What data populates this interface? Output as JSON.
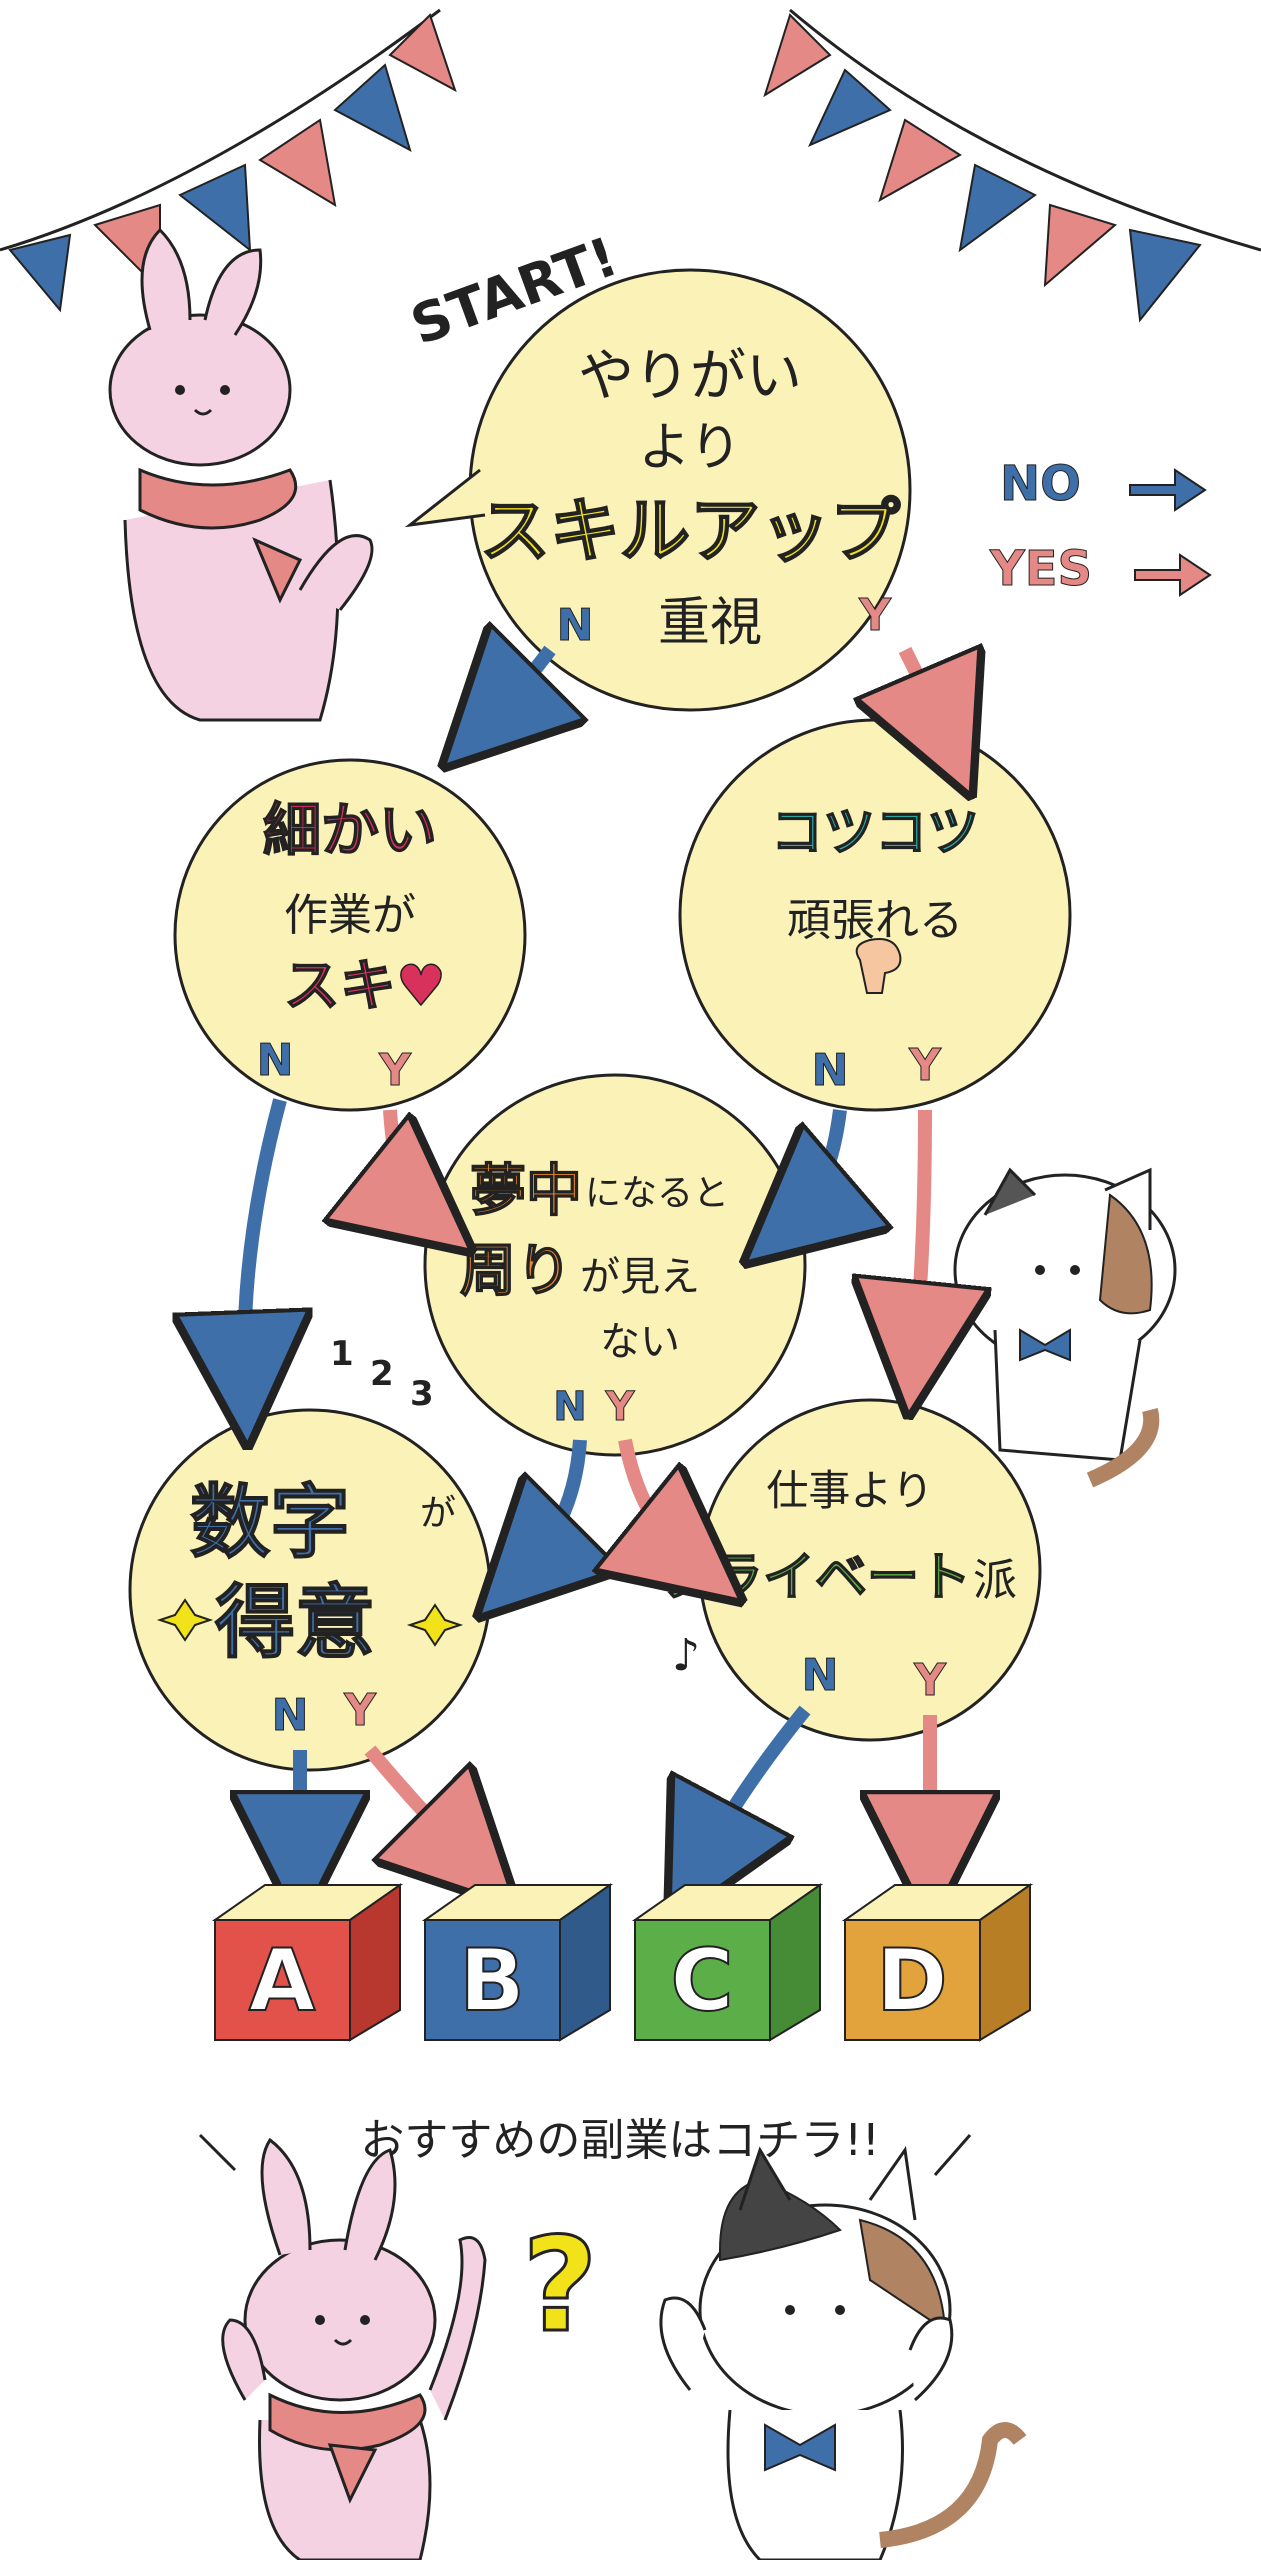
{
  "colors": {
    "no": "#3f6fa8",
    "yes": "#e48985",
    "bubble": "#fbf2b8",
    "outline": "#222222",
    "flag_blue": "#3f6fa8",
    "flag_pink": "#e48985",
    "box_a": "#e2514a",
    "box_b": "#3f6fa8",
    "box_c": "#5cae49",
    "box_d": "#e3a33c"
  },
  "start_label": "START!",
  "legend": {
    "no": "NO",
    "yes": "YES"
  },
  "nodes": {
    "q1": {
      "line1": "やりがい",
      "line2": "より",
      "line3": "スキルアップ",
      "line4": "重視"
    },
    "q2": {
      "line1": "細かい",
      "line2": "作業が",
      "line3": "スキ♥"
    },
    "q3": {
      "line1": "コツコツ",
      "line2": "頑張れる"
    },
    "q4": {
      "line1a": "夢中",
      "line1b": "になると",
      "line2a": "周り",
      "line2b": "が見え",
      "line3": "ない"
    },
    "q5": {
      "line1": "数字",
      "line1b": "が",
      "line2": "得意"
    },
    "q6": {
      "line1": "仕事より",
      "line2": "プライベート",
      "line2b": "派"
    }
  },
  "branch_labels": {
    "no": "N",
    "yes": "Y"
  },
  "results": [
    "A",
    "B",
    "C",
    "D"
  ],
  "decor": {
    "numbers": [
      "1",
      "2",
      "3"
    ],
    "note": "♪",
    "question": "?"
  },
  "footer_text": "おすすめの副業はコチラ!!"
}
